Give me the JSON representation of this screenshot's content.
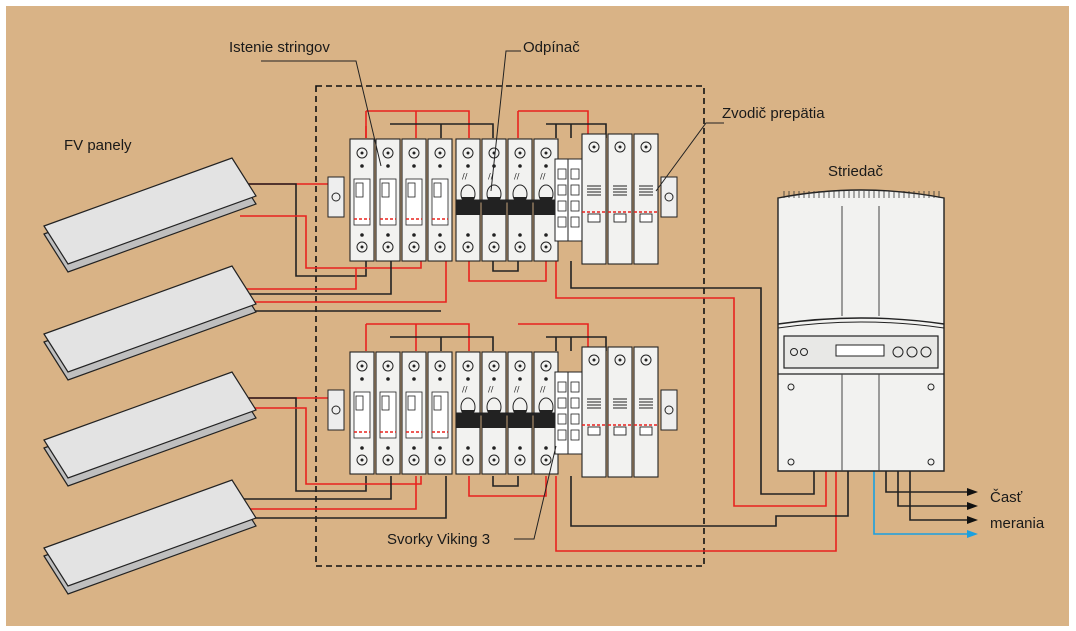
{
  "labels": {
    "fv_panels": "FV panely",
    "string_breakers": "Istenie stringov",
    "disconnector": "Odpínač",
    "surge_arrester": "Zvodič prepätia",
    "inverter": "Striedač",
    "terminals": "Svorky Viking 3",
    "metering_line1": "Časť",
    "metering_line2": "merania"
  },
  "colors": {
    "background": "#d9b386",
    "wire_red": "#e8231f",
    "wire_black": "#222222",
    "wire_blue": "#1aa0e0",
    "device_fill": "#f2f2f0",
    "panel_fill": "#e3e3e3"
  }
}
